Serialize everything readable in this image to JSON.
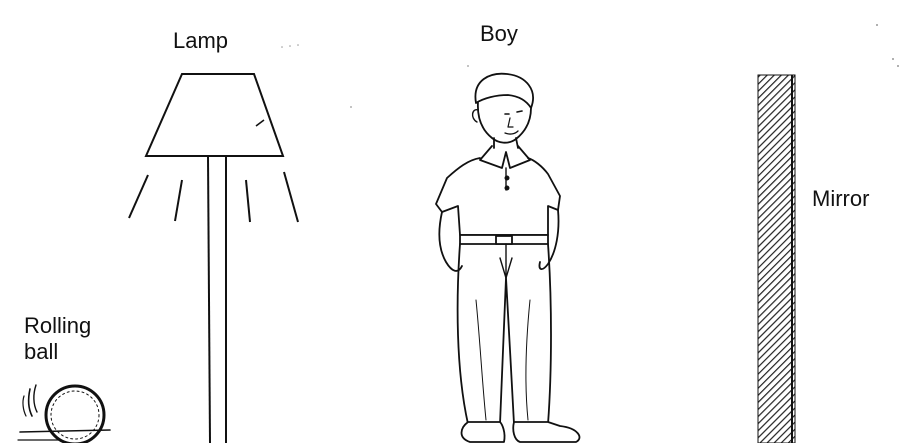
{
  "labels": {
    "lamp": "Lamp",
    "boy": "Boy",
    "mirror": "Mirror",
    "ball_line1": "Rolling",
    "ball_line2": "ball"
  },
  "objects": {
    "lamp": "floor-lamp-icon",
    "boy": "standing-boy-figure",
    "mirror": "wall-mirror",
    "ball": "rolling-ball-icon"
  },
  "colors": {
    "ink": "#111111",
    "background": "#ffffff"
  }
}
